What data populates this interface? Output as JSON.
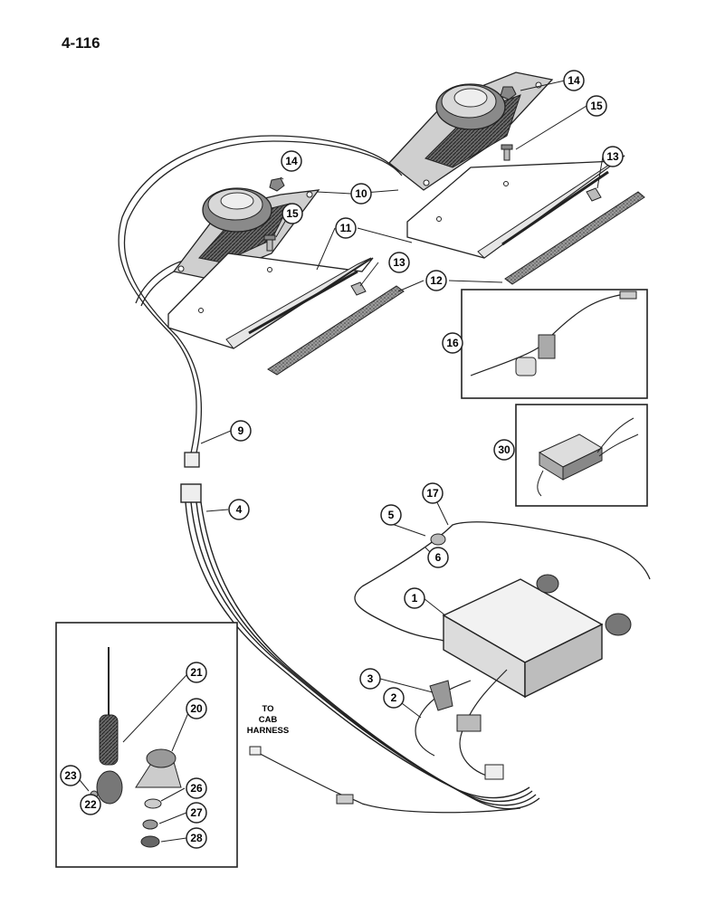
{
  "page": {
    "number": "4-116"
  },
  "note": {
    "lines": [
      "TO",
      "CAB",
      "HARNESS"
    ]
  },
  "callouts": [
    {
      "id": "c14a",
      "label": "14"
    },
    {
      "id": "c15a",
      "label": "15"
    },
    {
      "id": "c13a",
      "label": "13"
    },
    {
      "id": "c14b",
      "label": "14"
    },
    {
      "id": "c10",
      "label": "10"
    },
    {
      "id": "c15b",
      "label": "15"
    },
    {
      "id": "c11",
      "label": "11"
    },
    {
      "id": "c13b",
      "label": "13"
    },
    {
      "id": "c12",
      "label": "12"
    },
    {
      "id": "c16",
      "label": "16"
    },
    {
      "id": "c30",
      "label": "30"
    },
    {
      "id": "c9",
      "label": "9"
    },
    {
      "id": "c4",
      "label": "4"
    },
    {
      "id": "c17",
      "label": "17"
    },
    {
      "id": "c5",
      "label": "5"
    },
    {
      "id": "c6",
      "label": "6"
    },
    {
      "id": "c1",
      "label": "1"
    },
    {
      "id": "c3",
      "label": "3"
    },
    {
      "id": "c2",
      "label": "2"
    },
    {
      "id": "c21",
      "label": "21"
    },
    {
      "id": "c20",
      "label": "20"
    },
    {
      "id": "c26",
      "label": "26"
    },
    {
      "id": "c23",
      "label": "23"
    },
    {
      "id": "c22",
      "label": "22"
    },
    {
      "id": "c27",
      "label": "27"
    },
    {
      "id": "c28",
      "label": "28"
    }
  ]
}
